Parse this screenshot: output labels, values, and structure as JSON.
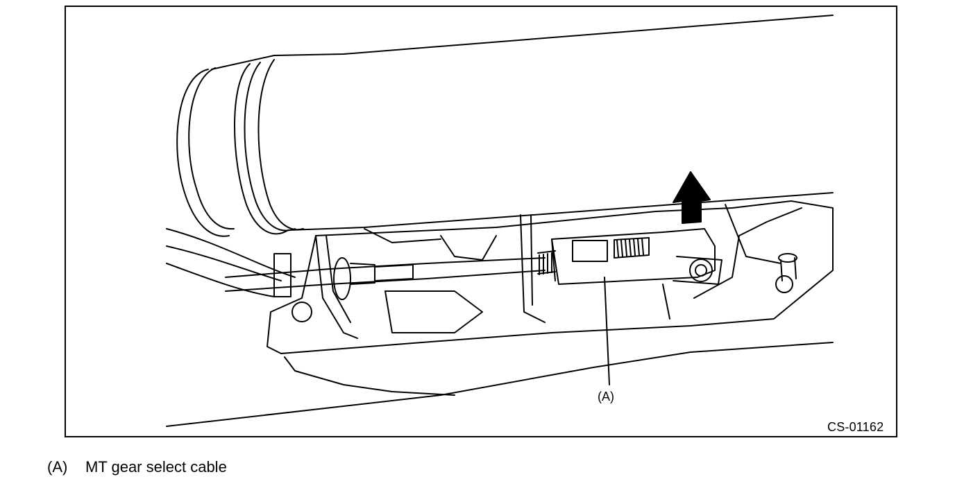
{
  "figure": {
    "callout_label": "(A)",
    "figure_code": "CS-01162"
  },
  "legend": {
    "items": [
      {
        "key": "(A)",
        "text": "MT gear select cable"
      }
    ]
  },
  "icons": {
    "direction": "arrow-up-icon"
  }
}
